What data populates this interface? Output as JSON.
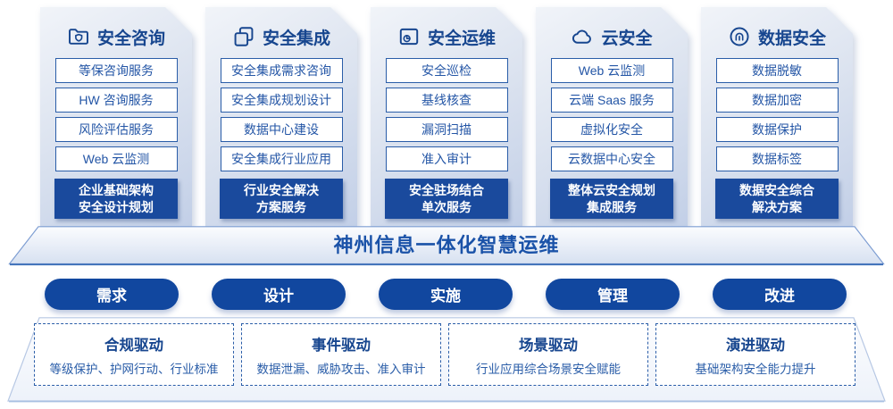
{
  "banner": {
    "title": "神州信息一体化智慧运维"
  },
  "colors": {
    "primary_navy": "#17468f",
    "primary_blue": "#2a5da8",
    "dark_fill_blue": "#1a4a9d",
    "pill_blue": "#11479f"
  },
  "columns": [
    {
      "title": "安全咨询",
      "icon": "folder-shield-icon",
      "items": [
        "等保咨询服务",
        "HW 咨询服务",
        "风险评估服务",
        "Web 云监测"
      ],
      "highlight": [
        "企业基础架构",
        "安全设计规划"
      ]
    },
    {
      "title": "安全集成",
      "icon": "copy-stack-icon",
      "items": [
        "安全集成需求咨询",
        "安全集成规划设计",
        "数据中心建设",
        "安全集成行业应用"
      ],
      "highlight": [
        "行业安全解决",
        "方案服务"
      ]
    },
    {
      "title": "安全运维",
      "icon": "ops-monitor-icon",
      "items": [
        "安全巡检",
        "基线核查",
        "漏洞扫描",
        "准入审计"
      ],
      "highlight": [
        "安全驻场结合",
        "单次服务"
      ]
    },
    {
      "title": "云安全",
      "icon": "cloud-icon",
      "items": [
        "Web 云监测",
        "云端 Saas 服务",
        "虚拟化安全",
        "云数据中心安全"
      ],
      "highlight": [
        "整体云安全规划",
        "集成服务"
      ]
    },
    {
      "title": "数据安全",
      "icon": "fingerprint-icon",
      "items": [
        "数据脱敏",
        "数据加密",
        "数据保护",
        "数据标签"
      ],
      "highlight": [
        "数据安全综合",
        "解决方案"
      ]
    }
  ],
  "pills": [
    "需求",
    "设计",
    "实施",
    "管理",
    "改进"
  ],
  "drivers": [
    {
      "title": "合规驱动",
      "desc": "等级保护、护网行动、行业标准"
    },
    {
      "title": "事件驱动",
      "desc": "数据泄漏、威胁攻击、准入审计"
    },
    {
      "title": "场景驱动",
      "desc": "行业应用综合场景安全赋能"
    },
    {
      "title": "演进驱动",
      "desc": "基础架构安全能力提升"
    }
  ]
}
